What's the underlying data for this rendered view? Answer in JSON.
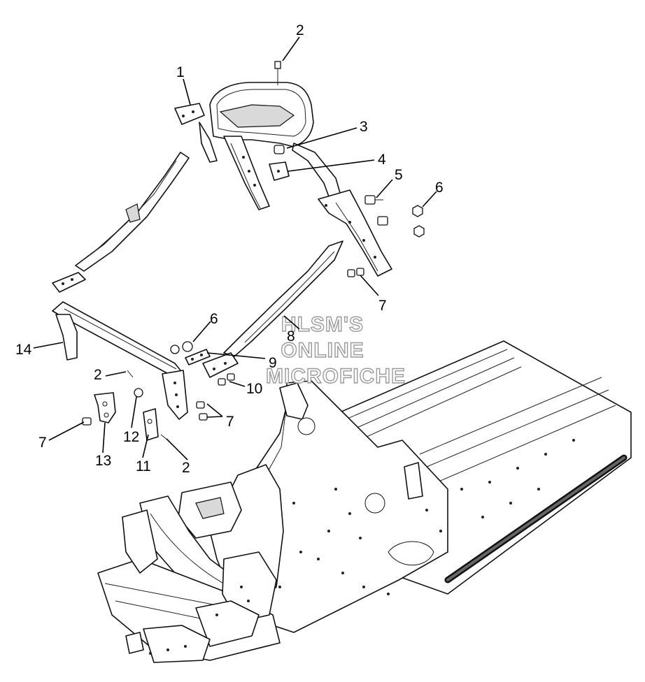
{
  "watermark": {
    "line1": "HLSM'S",
    "line2": "ONLINE",
    "line3": "MICROFICHE"
  },
  "callouts": [
    {
      "id": "1",
      "label": "1"
    },
    {
      "id": "2a",
      "label": "2"
    },
    {
      "id": "3",
      "label": "3"
    },
    {
      "id": "4",
      "label": "4"
    },
    {
      "id": "5",
      "label": "5"
    },
    {
      "id": "6a",
      "label": "6"
    },
    {
      "id": "7a",
      "label": "7"
    },
    {
      "id": "6b",
      "label": "6"
    },
    {
      "id": "8",
      "label": "8"
    },
    {
      "id": "14",
      "label": "14"
    },
    {
      "id": "9",
      "label": "9"
    },
    {
      "id": "2b",
      "label": "2"
    },
    {
      "id": "10",
      "label": "10"
    },
    {
      "id": "7b",
      "label": "7"
    },
    {
      "id": "7c",
      "label": "7"
    },
    {
      "id": "12",
      "label": "12"
    },
    {
      "id": "13",
      "label": "13"
    },
    {
      "id": "11",
      "label": "11"
    },
    {
      "id": "2c",
      "label": "2"
    }
  ]
}
